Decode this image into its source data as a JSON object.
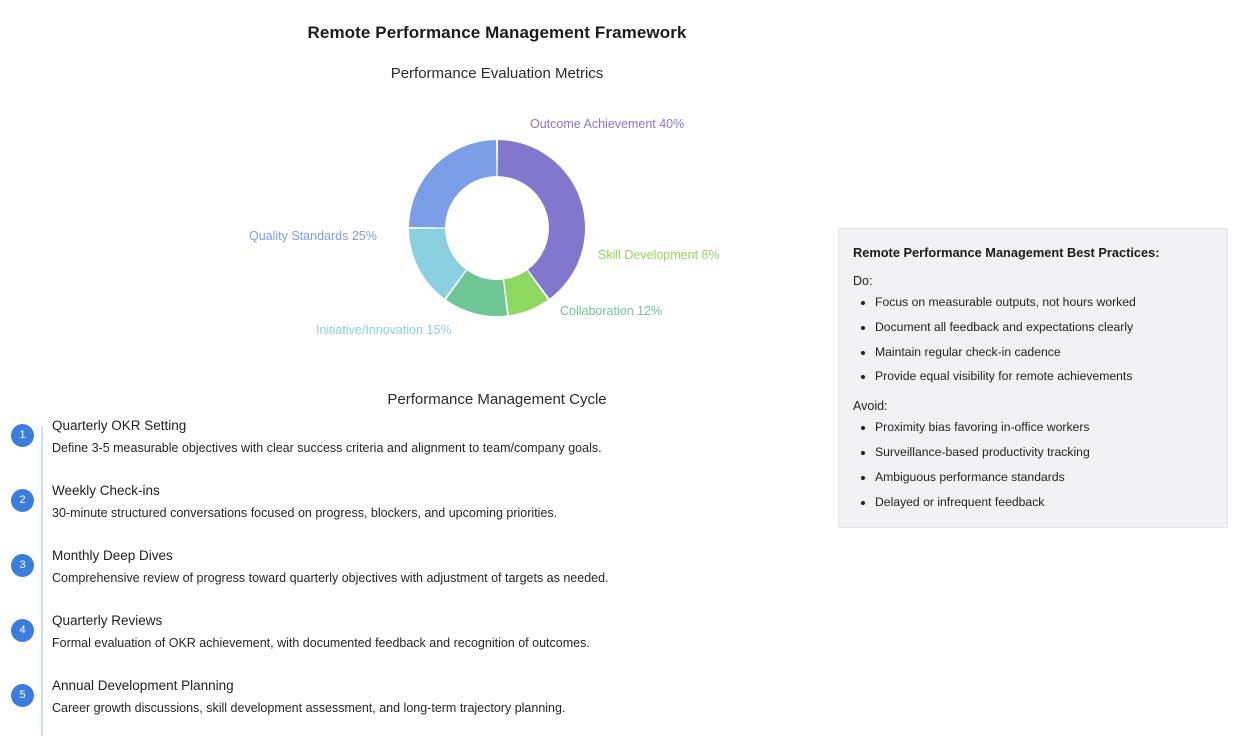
{
  "header": {
    "main_title": "Remote Performance Management Framework"
  },
  "metrics_section": {
    "title": "Performance Evaluation Metrics"
  },
  "cycle_section": {
    "title": "Performance Management Cycle",
    "steps": [
      {
        "number": "1",
        "title": "Quarterly OKR Setting",
        "description": "Define 3-5 measurable objectives with clear success criteria and alignment to team/company goals."
      },
      {
        "number": "2",
        "title": "Weekly Check-ins",
        "description": "30-minute structured conversations focused on progress, blockers, and upcoming priorities."
      },
      {
        "number": "3",
        "title": "Monthly Deep Dives",
        "description": "Comprehensive review of progress toward quarterly objectives with adjustment of targets as needed."
      },
      {
        "number": "4",
        "title": "Quarterly Reviews",
        "description": "Formal evaluation of OKR achievement, with documented feedback and recognition of outcomes."
      },
      {
        "number": "5",
        "title": "Annual Development Planning",
        "description": "Career growth discussions, skill development assessment, and long-term trajectory planning."
      }
    ]
  },
  "best_practices": {
    "heading": "Remote Performance Management Best Practices:",
    "do_label": "Do:",
    "do_items": [
      "Focus on measurable outputs, not hours worked",
      "Document all feedback and expectations clearly",
      "Maintain regular check-in cadence",
      "Provide equal visibility for remote achievements"
    ],
    "avoid_label": "Avoid:",
    "avoid_items": [
      "Proximity bias favoring in-office workers",
      "Surveillance-based productivity tracking",
      "Ambiguous performance standards",
      "Delayed or infrequent feedback"
    ]
  },
  "chart_data": {
    "type": "pie",
    "variant": "donut",
    "title": "Performance Evaluation Metrics",
    "categories": [
      "Outcome Achievement",
      "Skill Development",
      "Collaboration",
      "Initiative/Innovation",
      "Quality Standards"
    ],
    "values": [
      40,
      8,
      12,
      15,
      25
    ],
    "unit": "%",
    "colors": [
      "#8178ce",
      "#8ed860",
      "#6ec696",
      "#8ad0e0",
      "#7b9ee8"
    ],
    "labels": [
      "Outcome Achievement 40%",
      "Skill Development 8%",
      "Collaboration 12%",
      "Initiative/Innovation 15%",
      "Quality Standards 25%"
    ],
    "legend": "labels-outside",
    "start_angle_deg": 0,
    "direction": "clockwise",
    "inner_radius_ratio": 0.59,
    "grid": false
  }
}
